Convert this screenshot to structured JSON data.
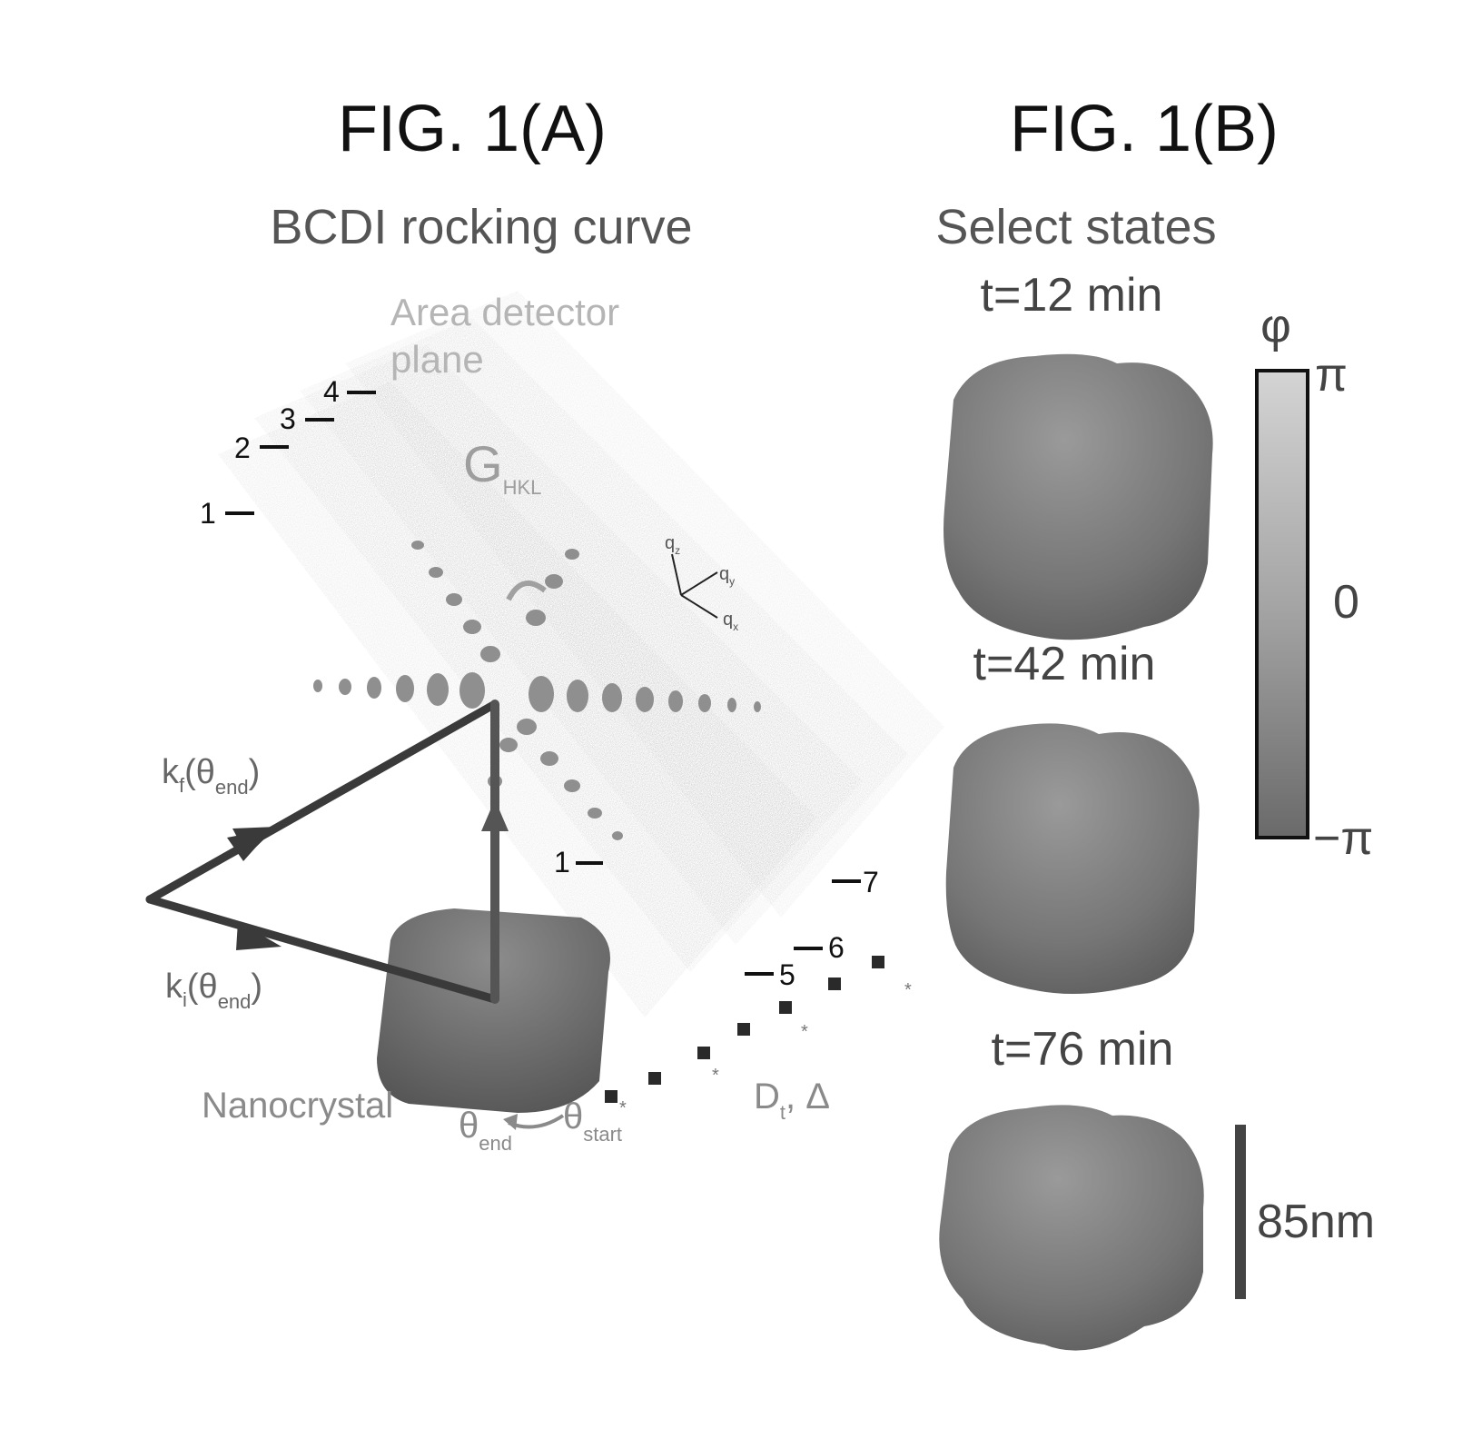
{
  "figure_a": {
    "title": "FIG. 1(A)",
    "subtitle": "BCDI rocking curve",
    "detector_label_line1": "Area detector",
    "detector_label_line2": "plane",
    "g_main": "G",
    "g_sub": "HKL",
    "plane_numbers": [
      "1",
      "2",
      "3",
      "4"
    ],
    "axis_qx": "q",
    "axis_qy": "q",
    "axis_qz": "q",
    "axis_sub_x": "x",
    "axis_sub_y": "y",
    "axis_sub_z": "z",
    "kf_main": "k",
    "kf_sub": "f",
    "kf_paren": "(θ",
    "kf_end_sub": "end",
    "kf_close": ")",
    "ki_main": "k",
    "ki_sub": "i",
    "ki_paren": "(θ",
    "ki_end_sub": "end",
    "ki_close": ")",
    "defect_numbers": [
      "1",
      "5",
      "6",
      "7"
    ],
    "nanocrystal_label": "Nanocrystal",
    "theta_end_main": "θ",
    "theta_end_sub": "end",
    "theta_start_main": "θ",
    "theta_start_sub": "start",
    "dt_main": "D",
    "dt_sub": "t",
    "dt_rest": ", Δ"
  },
  "figure_b": {
    "title": "FIG. 1(B)",
    "subtitle": "Select states",
    "states": [
      {
        "label": "t=12 min"
      },
      {
        "label": "t=42 min"
      },
      {
        "label": "t=76 min"
      }
    ],
    "colorbar": {
      "symbol": "φ",
      "max_label": "π",
      "mid_label": "0",
      "min_label": "−π"
    },
    "scale_bar_label": "85nm"
  },
  "colors": {
    "arrow": "#3a3a3a",
    "crystal": "#6f6f6f",
    "plane": "#d8d8d8",
    "colorbar_top": "#d4d4d4",
    "colorbar_bottom": "#6a6a6a",
    "scale_bar": "#444444"
  }
}
